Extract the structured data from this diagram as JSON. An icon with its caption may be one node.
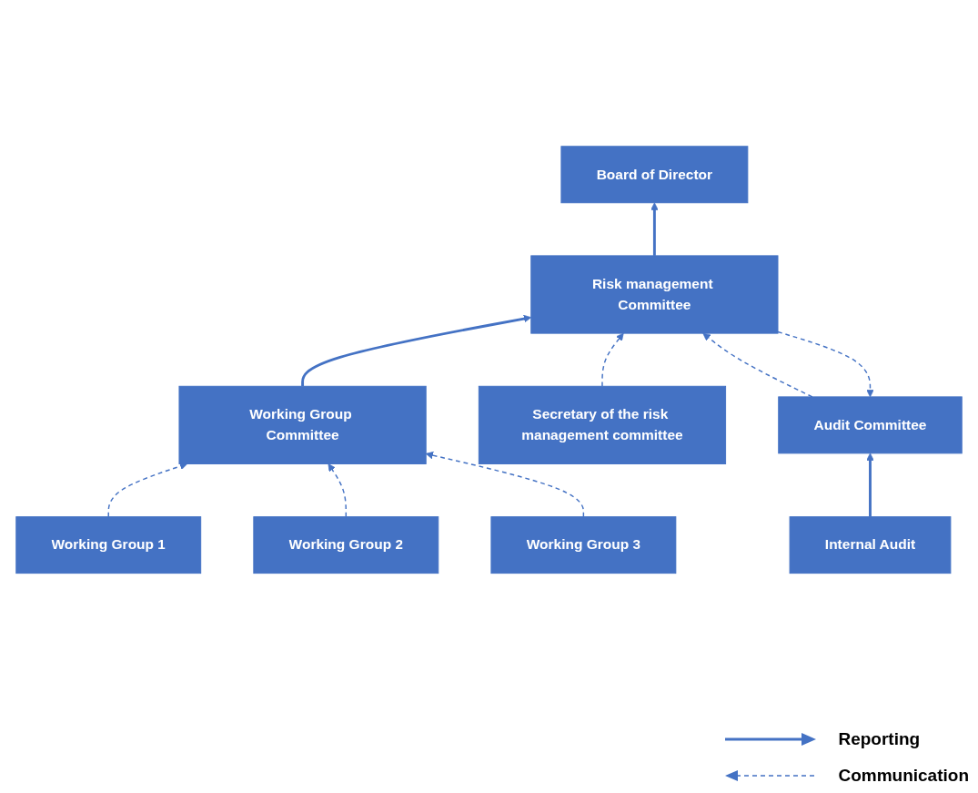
{
  "diagram": {
    "nodes": [
      {
        "text": [
          "Board of Director"
        ]
      },
      {
        "text": [
          "Audit Committee"
        ]
      },
      {
        "text": [
          "Risk management Committee"
        ]
      },
      {
        "text": [
          "Secretary of the risk management committee"
        ]
      },
      {
        "text": [
          "Internal Audit"
        ]
      },
      {
        "text": [
          "Working Group Committee"
        ]
      },
      {
        "text": [
          "Working Group 1"
        ]
      },
      {
        "text": [
          "Working Group 2"
        ]
      },
      {
        "text": [
          "Working Group 3"
        ]
      }
    ],
    "edges": [
      {
        "from": 2,
        "to": 0,
        "arrow": "to"
      },
      {
        "from": 1,
        "to": 2,
        "arrow": "to",
        "style": "dashed"
      },
      {
        "from": 2,
        "to": 1,
        "arrow": "to",
        "style": "dashed"
      },
      {
        "from": 4,
        "to": 1,
        "arrow": "to"
      },
      {
        "from": 5,
        "to": 2,
        "arrow": "to"
      },
      {
        "from": 3,
        "to": 2,
        "arrow": "to",
        "style": "dashed"
      },
      {
        "from": 6,
        "to": 5,
        "arrow": "to",
        "style": "dashed"
      },
      {
        "from": 7,
        "to": 5,
        "arrow": "to",
        "style": "dashed"
      },
      {
        "from": 8,
        "to": 5,
        "arrow": "to",
        "style": "dashed"
      }
    ],
    "legend": [
      {
        "text": "Reporting"
      },
      {
        "text": "Communication"
      }
    ]
  }
}
